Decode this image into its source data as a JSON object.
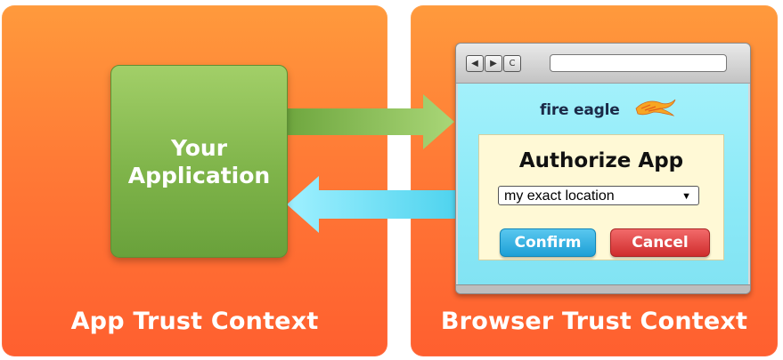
{
  "panels": {
    "left_label": "App Trust Context",
    "right_label": "Browser Trust Context"
  },
  "app_box": {
    "line1": "Your",
    "line2": "Application"
  },
  "browser": {
    "nav_buttons": [
      "◀",
      "▶",
      "C"
    ],
    "brand": "fire eagle",
    "auth": {
      "title": "Authorize App",
      "select_value": "my exact location",
      "confirm_label": "Confirm",
      "cancel_label": "Cancel"
    }
  },
  "colors": {
    "panel_orange": "#ff7a36",
    "app_green": "#7fb44a",
    "request_arrow_green": "#8cc15a",
    "response_arrow_cyan": "#7ee6f5",
    "confirm_blue": "#1d9fd6",
    "cancel_red": "#cf2d2d"
  }
}
